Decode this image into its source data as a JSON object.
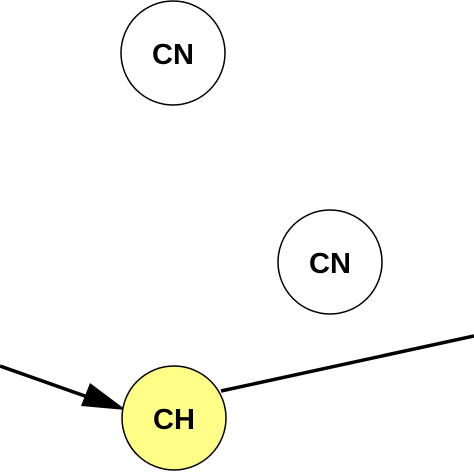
{
  "diagram": {
    "nodes": [
      {
        "id": "cn-top",
        "label": "CN",
        "kind": "CN",
        "fill": "#ffffff"
      },
      {
        "id": "cn-mid",
        "label": "CN",
        "kind": "CN",
        "fill": "#ffffff"
      },
      {
        "id": "ch-bottom",
        "label": "CH",
        "kind": "CH",
        "fill": "#ffff88"
      }
    ],
    "edges": [
      {
        "from": "offscreen-left",
        "to": "ch-bottom",
        "directed": true
      },
      {
        "from": "ch-bottom",
        "to": "offscreen-right",
        "directed": false
      }
    ],
    "colors": {
      "stroke": "#000000",
      "ch_fill": "#ffff88",
      "cn_fill": "#ffffff"
    }
  }
}
